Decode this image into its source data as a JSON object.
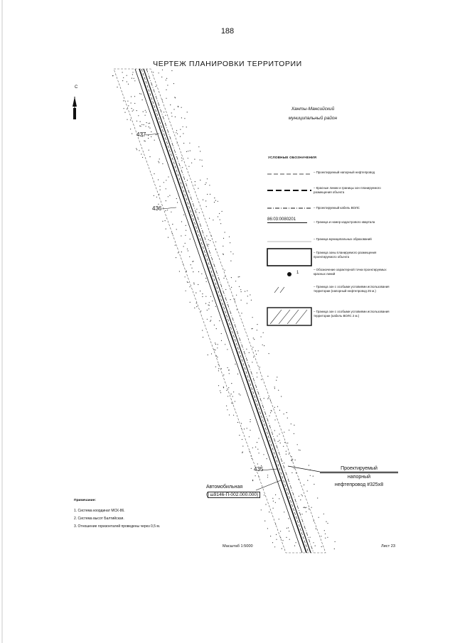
{
  "page_number": "188",
  "sheet_title": "ЧЕРТЕЖ ПЛАНИРОВКИ ТЕРРИТОРИИ",
  "region": {
    "line1": "Ханты-Мансийский",
    "line2": "муниципальный район"
  },
  "compass": {
    "north_label": "С",
    "icon": "north-arrow-icon"
  },
  "legend": {
    "title": "УСЛОВНЫЕ ОБОЗНАЧЕНИЯ",
    "items": [
      {
        "symbol": "dashed-line-icon",
        "text": "– Проектируемый напорный нефтепровод"
      },
      {
        "symbol": "bold-dashed-line-icon",
        "text": "– Красные линии и границы зон планируемого размещения объекта"
      },
      {
        "symbol": "dash-dot-line-icon",
        "text": "– Проектируемый кабель ВОЛС"
      },
      {
        "symbol": "cadastral-line-icon",
        "symbol_text": "86:03:0080201",
        "text": "– Граница и номер кадастрового квартала"
      },
      {
        "symbol": "thin-line-icon",
        "text": "– Граница муниципальных образований"
      },
      {
        "symbol": "rectangle-icon",
        "text": "– Граница зоны планируемого размещения проектируемого объекта"
      },
      {
        "symbol": "point-icon",
        "symbol_text": "1",
        "text": "– Обозначение характерной точки проектируемых красных линий"
      },
      {
        "symbol": "hatch-small-icon",
        "text": "– Граница зон с особыми условиями использования территории (напорный нефтепровод 25 м.)"
      },
      {
        "symbol": "hatched-rectangle-icon",
        "text": "– Граница зон с особыми условиями использования территории (кабель ВОЛС 2 м.)"
      }
    ]
  },
  "map": {
    "km_markers": [
      "437",
      "436",
      "435"
    ],
    "road_label": {
      "line1": "Автомобильная",
      "code": "ш9146-П-002.000.000)",
      "prefix": "("
    },
    "pipeline_label": {
      "line1": "Проектируемый",
      "line2": "напорный",
      "line3": "нефтепровод #325х8"
    }
  },
  "notes": {
    "title": "Примечание:",
    "items": [
      "1. Система координат МСК-86.",
      "2. Система высот Балтийская.",
      "3. Отношение горизонталей проведены через 0,5 м."
    ]
  },
  "scale": "Масштаб 1:5000",
  "sheet": "Лист 23"
}
